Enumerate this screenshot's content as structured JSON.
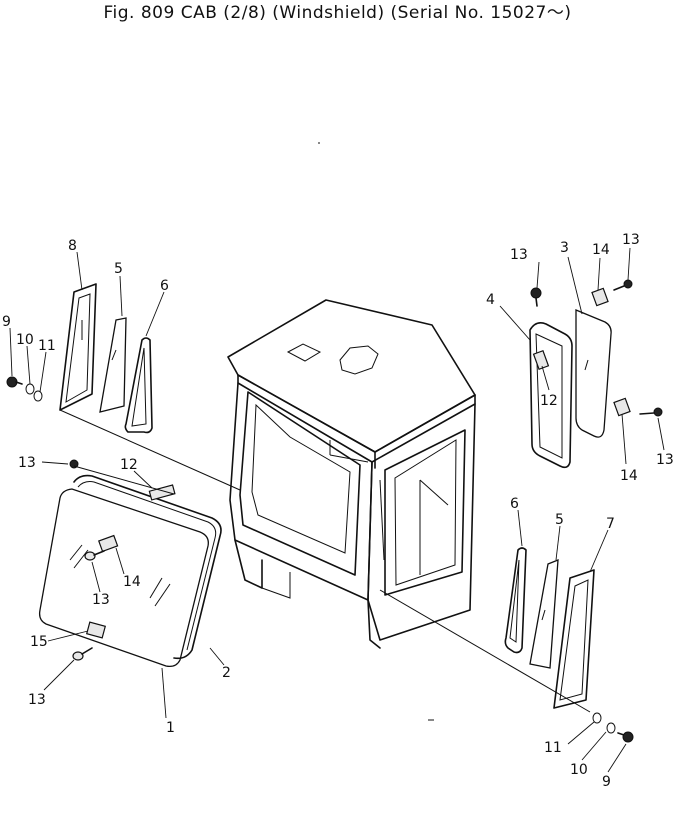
{
  "title": "Fig. 809 CAB (2/8) (Windshield) (Serial No. 15027～)",
  "callouts": {
    "p1": "1",
    "p2": "2",
    "p3": "3",
    "p4": "4",
    "p5a": "5",
    "p5b": "5",
    "p6a": "6",
    "p6b": "6",
    "p7": "7",
    "p8": "8",
    "p9a": "9",
    "p9b": "9",
    "p10a": "10",
    "p10b": "10",
    "p11a": "11",
    "p11b": "11",
    "p12a": "12",
    "p12b": "12",
    "p13a": "13",
    "p13b": "13",
    "p13c": "13",
    "p13d": "13",
    "p13e": "13",
    "p13f": "13",
    "p14a": "14",
    "p14b": "14",
    "p14c": "14",
    "p15": "15"
  }
}
